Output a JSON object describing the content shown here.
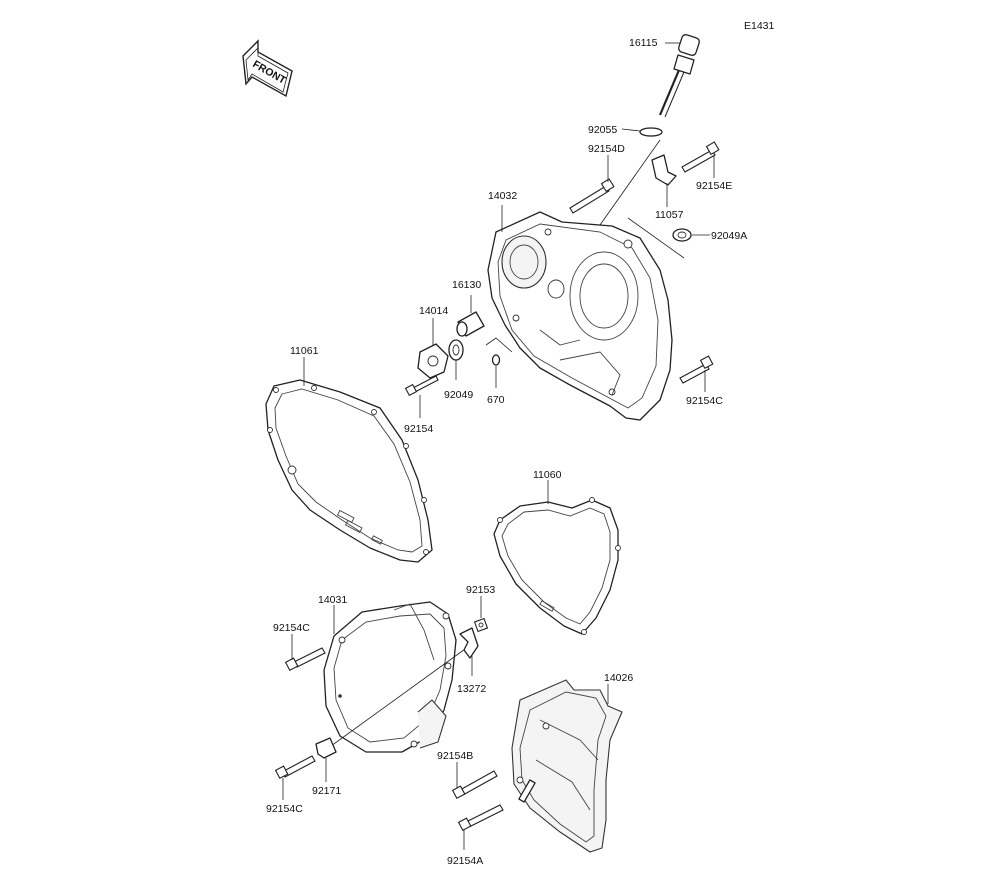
{
  "diagram_code": "E1431",
  "front_badge": "FRONT",
  "labels": {
    "p16115": "16115",
    "p92055": "92055",
    "p92154D": "92154D",
    "p92154E": "92154E",
    "p11057": "11057",
    "p14032": "14032",
    "p92049A": "92049A",
    "p16130": "16130",
    "p14014": "14014",
    "p92049": "92049",
    "p670": "670",
    "p11061": "11061",
    "p92154": "92154",
    "p92154C_top": "92154C",
    "p11060": "11060",
    "p92153": "92153",
    "p14031": "14031",
    "p92154C_left": "92154C",
    "p13272": "13272",
    "p14026": "14026",
    "p92154B": "92154B",
    "p92154C_bottom": "92154C",
    "p92171": "92171",
    "p92154A": "92154A"
  }
}
